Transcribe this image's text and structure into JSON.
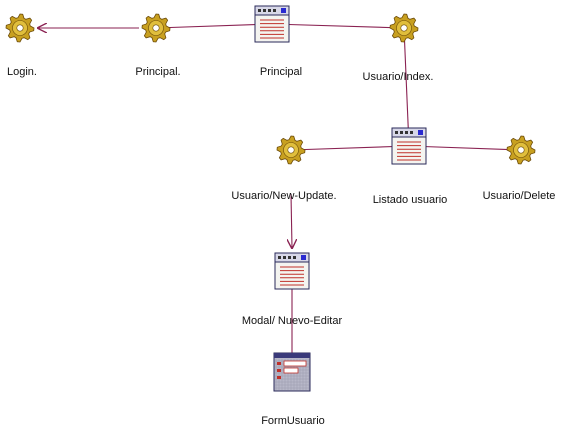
{
  "diagram": {
    "nodes": [
      {
        "id": "login",
        "kind": "gear",
        "label": "Login."
      },
      {
        "id": "principal-ctrl",
        "kind": "gear",
        "label": "Principal."
      },
      {
        "id": "principal-page",
        "kind": "page",
        "label": "Principal"
      },
      {
        "id": "usuario-index",
        "kind": "gear",
        "label": "Usuario/Index."
      },
      {
        "id": "usuario-new-update",
        "kind": "gear",
        "label": "Usuario/New-Update."
      },
      {
        "id": "listado-usuario",
        "kind": "page",
        "label": "Listado usuario"
      },
      {
        "id": "usuario-delete",
        "kind": "gear",
        "label": "Usuario/Delete"
      },
      {
        "id": "modal-nuevo-editar",
        "kind": "page",
        "label": "Modal/ Nuevo-Editar"
      },
      {
        "id": "form-usuario",
        "kind": "form",
        "label": "FormUsuario"
      }
    ],
    "edges": [
      {
        "from": "principal-ctrl",
        "to": "login"
      },
      {
        "from": "principal-ctrl",
        "to": "principal-page"
      },
      {
        "from": "principal-page",
        "to": "usuario-index"
      },
      {
        "from": "usuario-index",
        "to": "listado-usuario"
      },
      {
        "from": "listado-usuario",
        "to": "usuario-new-update"
      },
      {
        "from": "listado-usuario",
        "to": "usuario-delete"
      },
      {
        "from": "usuario-new-update",
        "to": "modal-nuevo-editar"
      },
      {
        "from": "modal-nuevo-editar",
        "to": "form-usuario",
        "arrow": false
      }
    ],
    "colors": {
      "edge": "#8a2252",
      "gear_fill": "#c8a020",
      "gear_stroke": "#6b4a08",
      "page_frame": "#2a2a5a",
      "page_bar": "#d8d8e8",
      "page_lines": "#c0302a",
      "form_bar": "#3a3a7a",
      "form_body": "#b8b8c8"
    }
  }
}
